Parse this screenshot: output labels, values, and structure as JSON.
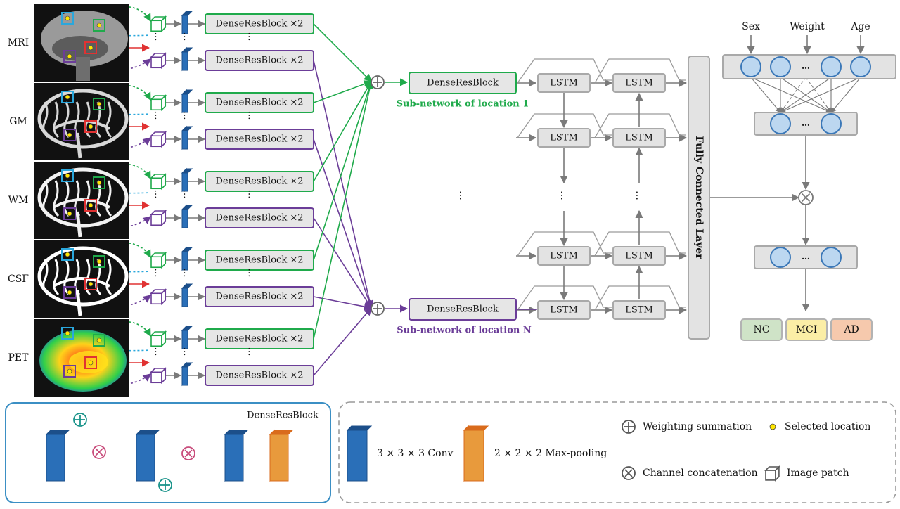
{
  "modalities": [
    "MRI",
    "GM",
    "WM",
    "CSF",
    "PET"
  ],
  "blocks": {
    "dense_res_x2": "DenseResBlock ×2",
    "dense_res": "DenseResBlock",
    "lstm": "LSTM",
    "fc": "Fully Connected Layer"
  },
  "subnetworks": {
    "first": "Sub-network of location 1",
    "last": "Sub-network of location N"
  },
  "clinical_inputs": [
    "Sex",
    "Weight",
    "Age"
  ],
  "ellipsis": "…",
  "outputs": [
    "NC",
    "MCI",
    "AD"
  ],
  "legend": {
    "block_title": "DenseResBlock",
    "conv": "3 × 3 × 3 Conv",
    "maxpool": "2 × 2 × 2 Max-pooling",
    "weighting_summation": "Weighting summation",
    "selected_location": "Selected location",
    "channel_concatenation": "Channel concatenation",
    "image_patch": "Image patch"
  },
  "colors": {
    "green": "#1faa4b",
    "purple": "#6b3d98",
    "red": "#e03232",
    "cyan": "#2aa7dc",
    "teal": "#19938a",
    "magenta": "#c84a7a",
    "conv_blue": "#2a6fb8",
    "pool_orange": "#e89a3c",
    "node_fill": "#bcd7f0",
    "node_stroke": "#3b78b8",
    "nc": "#cfe3c7",
    "mci": "#fbeea6",
    "ad": "#f6c9ad"
  }
}
